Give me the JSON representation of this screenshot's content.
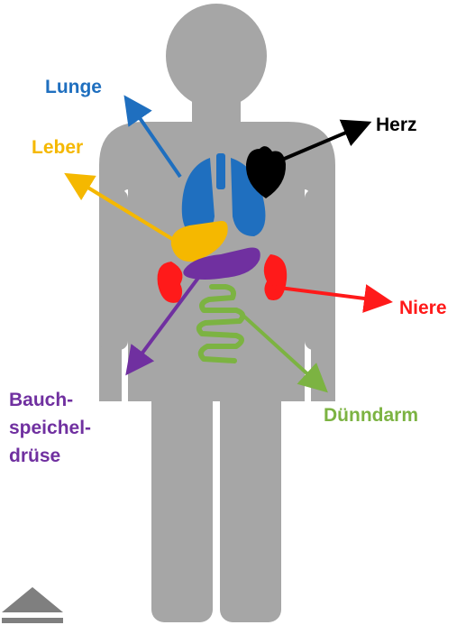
{
  "organs": {
    "lunge": {
      "label": "Lunge",
      "color": "#1f6fbf"
    },
    "herz": {
      "label": "Herz",
      "color": "#000000"
    },
    "leber": {
      "label": "Leber",
      "color": "#f5b800"
    },
    "niere": {
      "label": "Niere",
      "color": "#ff1a1a"
    },
    "bauchspeicheldruese": {
      "label_lines": [
        "Bauch-",
        "speichel-",
        "drüse"
      ],
      "color": "#7030a0"
    },
    "duenndarm": {
      "label": "Dünndarm",
      "color": "#7cb342"
    }
  },
  "colors": {
    "body": "#a6a6a6",
    "nav": "#7f7f7f"
  },
  "icons": {
    "nav": "triangle-up-icon"
  }
}
